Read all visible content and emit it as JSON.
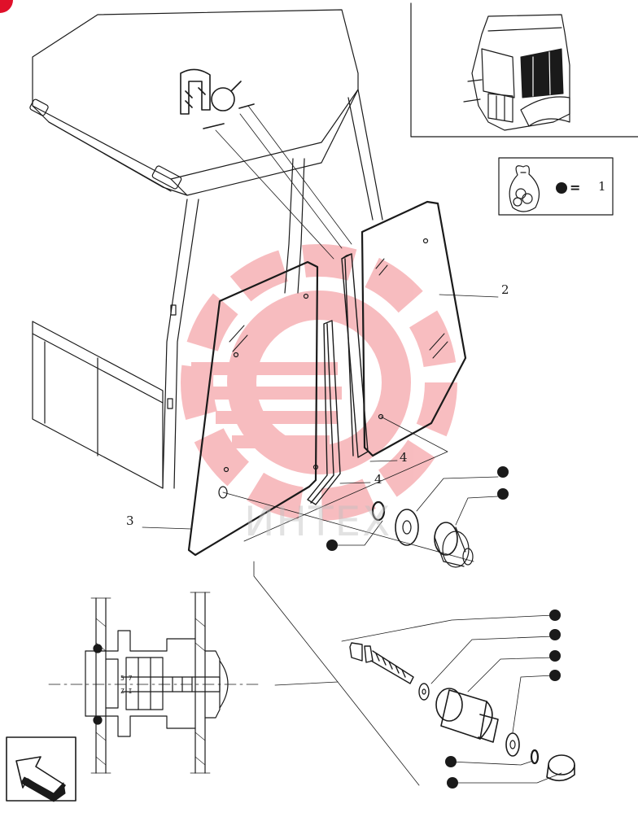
{
  "diagram": {
    "callouts": {
      "part_2": "2",
      "part_3": "3",
      "part_4_upper": "4",
      "part_4_lower": "4"
    },
    "kit_legend": {
      "symbol": "● =",
      "value": "1"
    },
    "watermark": "ИНТЕХ"
  },
  "colors": {
    "line": "#1a1a1a",
    "watermark": "#e8323c",
    "corner_badge": "#e0102a"
  },
  "icons": {
    "kit_bag": "parts-bag-icon",
    "navigation": "previous-page-arrow-icon",
    "edge_seal": "rubber-seal-section-icon"
  }
}
